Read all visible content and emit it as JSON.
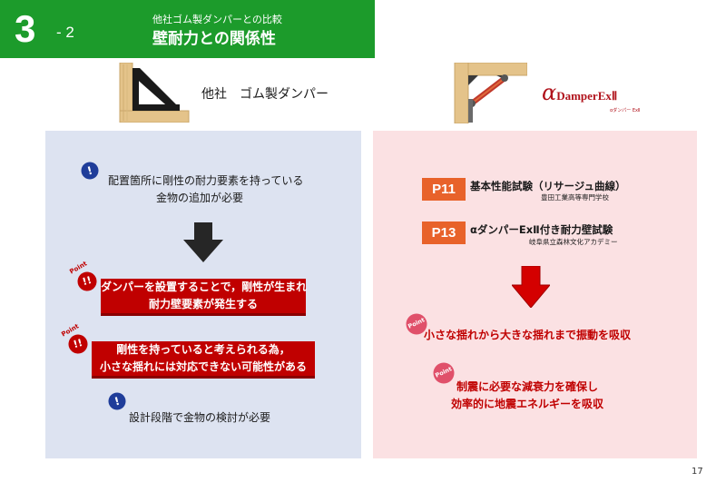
{
  "header": {
    "number": "3",
    "sub": "- 2",
    "small_title": "他社ゴム製ダンパーとの比較",
    "title": "壁耐力との関係性"
  },
  "left": {
    "product_label": "他社　ゴム製ダンパー",
    "note1_line1": "配置箇所に剛性の耐力要素を持っている",
    "note1_line2": "金物の追加が必要",
    "point1_line1": "ダンパーを設置することで，剛性が生まれ",
    "point1_line2": "耐力壁要素が発生する",
    "point2_line1": "剛性を持っていると考えられる為，",
    "point2_line2": "小さな揺れには対応できない可能性がある",
    "note2": "設計段階で金物の検討が必要",
    "excl_mark": "!",
    "point_mark": "!!",
    "point_label": "Point"
  },
  "right": {
    "logo_alpha": "α",
    "logo_text": "DamperExⅡ",
    "logo_small": "αダンパー ExⅡ",
    "p11_badge": "P11",
    "p11_title": "基本性能試験（リサージュ曲線）",
    "p11_sub": "豊田工業高等専門学校",
    "p13_badge": "P13",
    "p13_title": "αダンパーExⅡ付き耐力壁試験",
    "p13_sub": "岐阜県立森林文化アカデミー",
    "point_label": "Point",
    "point1": "小さな揺れから大きな揺れまで振動を吸収",
    "point2_line1": "制震に必要な減衰力を確保し",
    "point2_line2": "効率的に地震エネルギーを吸収"
  },
  "page_number": "17",
  "colors": {
    "header_green": "#1c9b2b",
    "left_panel": "#dde3f1",
    "right_panel": "#fbe1e3",
    "alert_red": "#c00000",
    "badge_orange": "#e8622a",
    "excl_blue": "#1f3d9a"
  }
}
